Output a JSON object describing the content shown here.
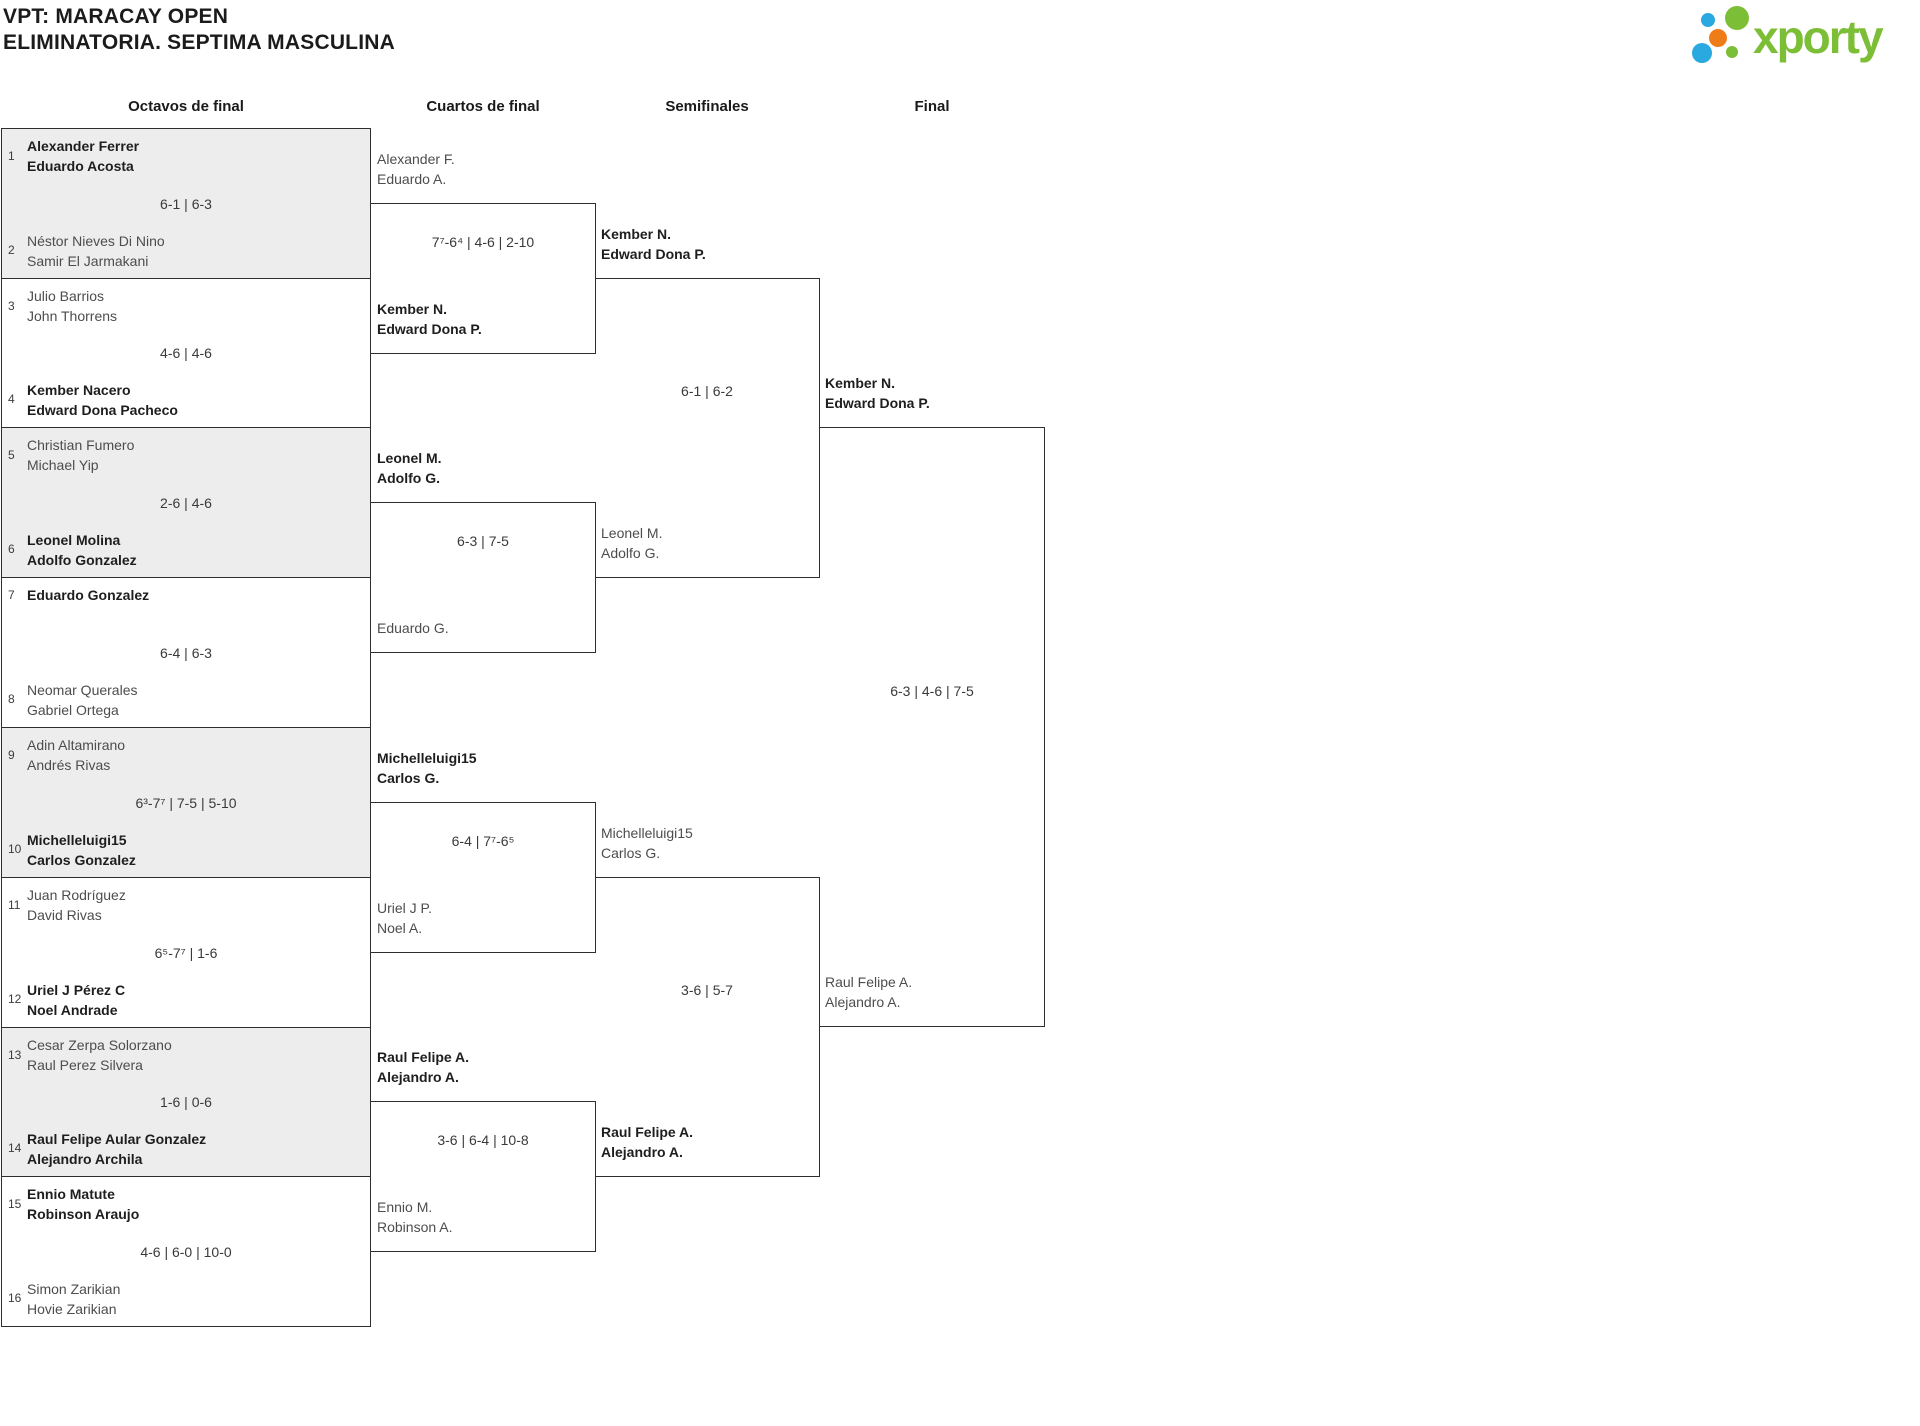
{
  "header": {
    "title_line1": "VPT: MARACAY OPEN",
    "title_line2": "ELIMINATORIA. SEPTIMA MASCULINA"
  },
  "logo": {
    "text": "xporty",
    "green": "#7cbe36",
    "blue": "#29a9e0",
    "orange": "#ee7d18"
  },
  "round_headers": {
    "r16": "Octavos de final",
    "qf": "Cuartos de final",
    "sf": "Semifinales",
    "final": "Final"
  },
  "r16": [
    {
      "seed_a": "1",
      "team_a": [
        "Alexander Ferrer",
        "Eduardo Acosta"
      ],
      "score": "6-1 | 6-3",
      "seed_b": "2",
      "team_b": [
        "Néstor Nieves Di Nino",
        "Samir El Jarmakani"
      ],
      "winner": "a"
    },
    {
      "seed_a": "3",
      "team_a": [
        "Julio Barrios",
        "John Thorrens"
      ],
      "score": "4-6 | 4-6",
      "seed_b": "4",
      "team_b": [
        "Kember Nacero",
        "Edward Dona Pacheco"
      ],
      "winner": "b"
    },
    {
      "seed_a": "5",
      "team_a": [
        "Christian Fumero",
        "Michael Yip"
      ],
      "score": "2-6 | 4-6",
      "seed_b": "6",
      "team_b": [
        "Leonel Molina",
        "Adolfo Gonzalez"
      ],
      "winner": "b"
    },
    {
      "seed_a": "7",
      "team_a": [
        "Eduardo Gonzalez"
      ],
      "score": "6-4 | 6-3",
      "seed_b": "8",
      "team_b": [
        "Neomar Querales",
        "Gabriel Ortega"
      ],
      "winner": "a"
    },
    {
      "seed_a": "9",
      "team_a": [
        "Adin Altamirano",
        "Andrés Rivas"
      ],
      "score": "6³-7⁷ | 7-5 | 5-10",
      "seed_b": "10",
      "team_b": [
        "Michelleluigi15",
        "Carlos Gonzalez"
      ],
      "winner": "b"
    },
    {
      "seed_a": "11",
      "team_a": [
        "Juan Rodríguez",
        "David Rivas"
      ],
      "score": "6⁵-7⁷ | 1-6",
      "seed_b": "12",
      "team_b": [
        "Uriel J Pérez C",
        "Noel Andrade"
      ],
      "winner": "b"
    },
    {
      "seed_a": "13",
      "team_a": [
        "Cesar Zerpa Solorzano",
        "Raul Perez Silvera"
      ],
      "score": "1-6 | 0-6",
      "seed_b": "14",
      "team_b": [
        "Raul Felipe Aular Gonzalez",
        "Alejandro Archila"
      ],
      "winner": "b"
    },
    {
      "seed_a": "15",
      "team_a": [
        "Ennio Matute",
        "Robinson Araujo"
      ],
      "score": "4-6 | 6-0 | 10-0",
      "seed_b": "16",
      "team_b": [
        "Simon Zarikian",
        "Hovie Zarikian"
      ],
      "winner": "a"
    }
  ],
  "qf": [
    {
      "team_top": [
        "Alexander F.",
        "Eduardo A."
      ],
      "score": "7⁷-6⁴ | 4-6 | 2-10",
      "team_bottom": [
        "Kember N.",
        "Edward Dona P."
      ],
      "winner": "bottom"
    },
    {
      "team_top": [
        "Leonel M.",
        "Adolfo G."
      ],
      "score": "6-3 | 7-5",
      "team_bottom": [
        "Eduardo G."
      ],
      "winner": "top"
    },
    {
      "team_top": [
        "Michelleluigi15",
        "Carlos G."
      ],
      "score": "6-4 | 7⁷-6⁵",
      "team_bottom": [
        "Uriel J P.",
        "Noel A."
      ],
      "winner": "top"
    },
    {
      "team_top": [
        "Raul Felipe A.",
        "Alejandro A."
      ],
      "score": "3-6 | 6-4 | 10-8",
      "team_bottom": [
        "Ennio M.",
        "Robinson A."
      ],
      "winner": "top"
    }
  ],
  "sf": [
    {
      "team_top": [
        "Kember N.",
        "Edward Dona P."
      ],
      "score": "6-1 | 6-2",
      "team_bottom": [
        "Leonel M.",
        "Adolfo G."
      ],
      "winner": "top"
    },
    {
      "team_top": [
        "Michelleluigi15",
        "Carlos G."
      ],
      "score": "3-6 | 5-7",
      "team_bottom": [
        "Raul Felipe A.",
        "Alejandro A."
      ],
      "winner": "bottom"
    }
  ],
  "final": {
    "team_top": [
      "Kember N.",
      "Edward Dona P."
    ],
    "score": "6-3 | 4-6 | 7-5",
    "team_bottom": [
      "Raul Felipe A.",
      "Alejandro A."
    ],
    "winner": "top"
  }
}
